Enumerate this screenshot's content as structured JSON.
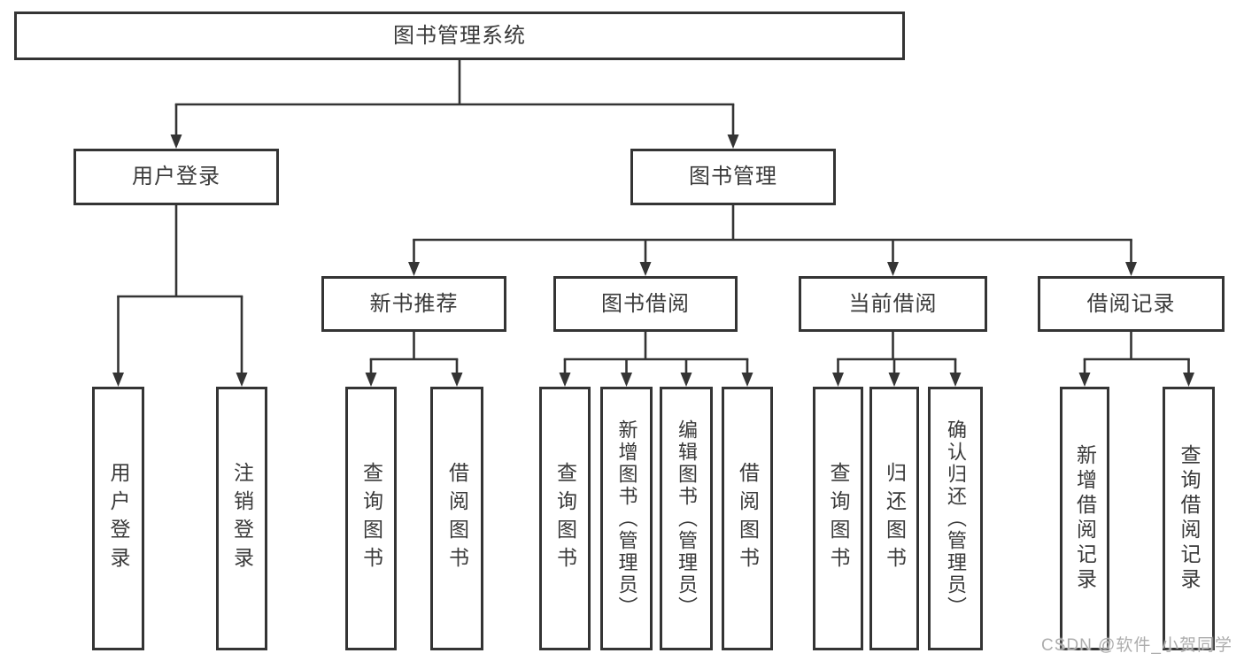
{
  "diagram": {
    "tree": {
      "id": "root",
      "label": "图书管理系统",
      "children": [
        {
          "id": "user-login",
          "label": "用户登录",
          "children": [
            {
              "id": "leaf-user-login",
              "label": "用户登录"
            },
            {
              "id": "leaf-logout",
              "label": "注销登录"
            }
          ]
        },
        {
          "id": "book-mgmt",
          "label": "图书管理",
          "children": [
            {
              "id": "new-book-rec",
              "label": "新书推荐",
              "children": [
                {
                  "id": "leaf-query-book-1",
                  "label": "查询图书"
                },
                {
                  "id": "leaf-borrow-book-1",
                  "label": "借阅图书"
                }
              ]
            },
            {
              "id": "book-borrow",
              "label": "图书借阅",
              "children": [
                {
                  "id": "leaf-query-book-2",
                  "label": "查询图书"
                },
                {
                  "id": "leaf-add-book",
                  "label": "新增图书（管理员）"
                },
                {
                  "id": "leaf-edit-book",
                  "label": "编辑图书（管理员）"
                },
                {
                  "id": "leaf-borrow-book-2",
                  "label": "借阅图书"
                }
              ]
            },
            {
              "id": "current-borrow",
              "label": "当前借阅",
              "children": [
                {
                  "id": "leaf-query-book-3",
                  "label": "查询图书"
                },
                {
                  "id": "leaf-return-book",
                  "label": "归还图书"
                },
                {
                  "id": "leaf-confirm-return",
                  "label": "确认归还（管理员）"
                }
              ]
            },
            {
              "id": "borrow-records",
              "label": "借阅记录",
              "children": [
                {
                  "id": "leaf-add-borrow-record",
                  "label": "新增借阅记录"
                },
                {
                  "id": "leaf-query-borrow-record",
                  "label": "查询借阅记录"
                }
              ]
            }
          ]
        }
      ]
    }
  },
  "watermark": {
    "text": "CSDN @软件_小贺同学"
  },
  "colors": {
    "line": "#343434",
    "box_border": "#343434",
    "text": "#3a3a3a",
    "watermark": "#adadad",
    "background": "#ffffff"
  }
}
